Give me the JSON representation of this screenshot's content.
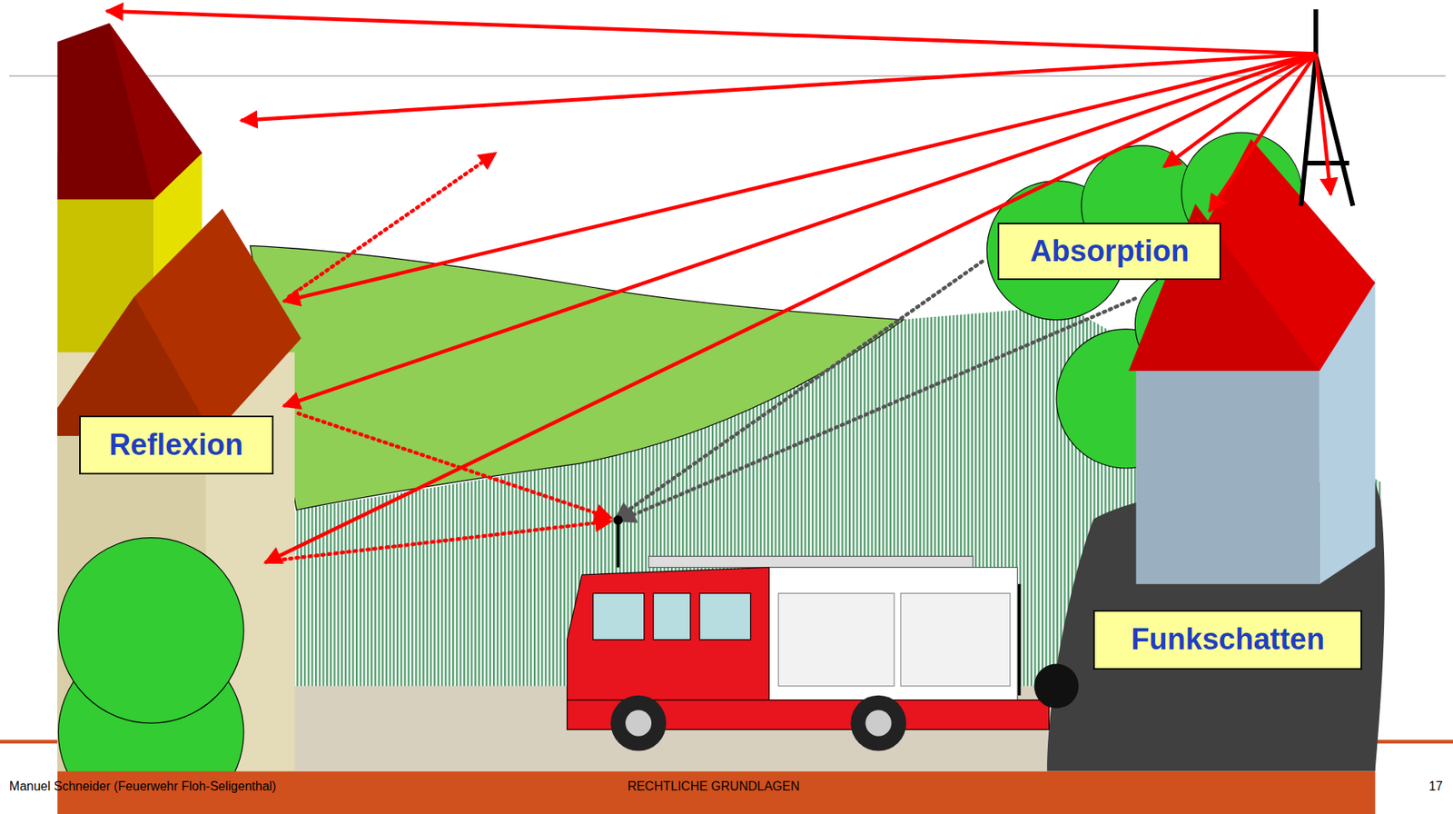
{
  "diagram": {
    "nodes": [
      {
        "text": [
          "Reflexion"
        ]
      },
      {
        "text": [
          "Absorption"
        ]
      },
      {
        "text": [
          "Funkschatten"
        ]
      }
    ],
    "labels": [
      "Manuel Schneider (Feuerwehr Floh-Seligenthal)",
      "RECHTLICHE GRUNDLAGEN",
      "17"
    ]
  }
}
